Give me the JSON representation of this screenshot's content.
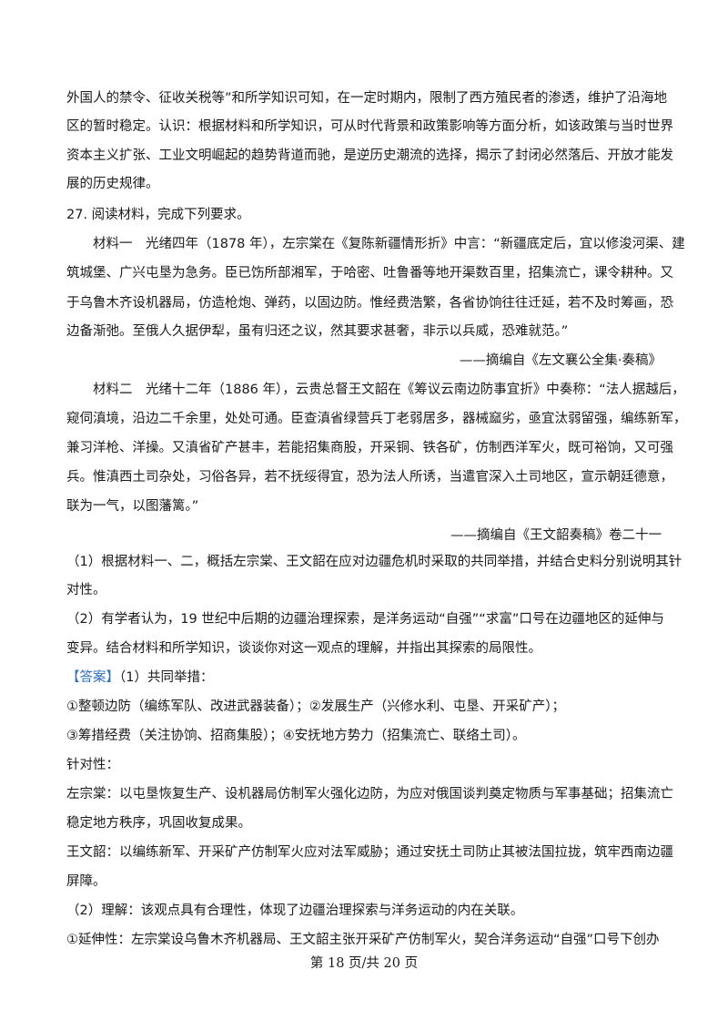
{
  "lines": [
    "外国人的禁令、征收关税等”和所学知识可知，在一定时期内，限制了西方殖民者的渗透，维护了沿海地",
    "区的暂时稳定。认识：根据材料和所学知识，可从时代背景和政策影响等方面分析，如该政策与当时世界",
    "资本主义扩张、工业文明崛起的趋势背道而驰，是逆历史潮流的选择，揭示了封闭必然落后、开放才能发",
    "展的历史规律。",
    "27. 阅读材料，完成下列要求。",
    "材料一　光绪四年（1878 年），左宗棠在《复陈新疆情形折》中言：“新疆底定后，宜以修浚河渠、建",
    "筑城堡、广兴屯垦为急务。臣已饬所部湘军，于哈密、吐鲁番等地开渠数百里，招集流亡，课令耕种。又",
    "于乌鲁木齐设机器局，仿造枪炮、弹药，以固边防。惟经费浩繁，各省协饷往往迁延，若不及时筹画，恐",
    "边备渐弛。至俄人久据伊犁，虽有归还之议，然其要求甚奢，非示以兵威，恐难就范。”",
    "——摘编自《左文襄公全集·奏稿》",
    "材料二　光绪十二年（1886 年），云贵总督王文韶在《筹议云南边防事宜折》中奏称：“法人据越后，",
    "窥伺滇境，沿边二千余里，处处可通。臣查滇省绿营兵丁老弱居多，器械窳劣，亟宜汰弱留强，编练新军，",
    "兼习洋枪、洋操。又滇省矿产甚丰，若能招集商股，开采铜、铁各矿，仿制西洋军火，既可裕饷，又可强",
    "兵。惟滇西土司杂处，习俗各异，若不抚绥得宜，恐为法人所诱，当遣官深入土司地区，宣示朝廷德意，",
    "联为一气，以图藩篱。”",
    "——摘编自《王文韶奏稿》卷二十一",
    "（1）根据材料一、二，概括左宗棠、王文韶在应对边疆危机时采取的共同举措，并结合史料分别说明其针",
    "对性。",
    "（2）有学者认为，19 世纪中后期的边疆治理探索，是洋务运动“自强”“求富”口号在边疆地区的延伸与",
    "变异。结合材料和所学知识，谈谈你对这一观点的理解，并指出其探索的局限性。",
    "①整顿边防（编练军队、改进武器装备）；②发展生产（兴修水利、屯垦、开采矿产）；",
    "③筹措经费（关注协饷、招商集股）；④安抚地方势力（招集流亡、联络土司）。",
    "针对性：",
    "左宗棠：以屯垦恢复生产、设机器局仿制军火强化边防，为应对俄国谈判奠定物质与军事基础；招集流亡",
    "稳定地方秩序，巩固收复成果。",
    "王文韶：以编练新军、开采矿产仿制军火应对法军威胁；通过安抚土司防止其被法国拉拢，筑牢西南边疆",
    "屏障。",
    "（2）理解：该观点具有合理性，体现了边疆治理探索与洋务运动的内在关联。",
    "①延伸性：左宗棠设乌鲁木齐机器局、王文韶主张开采矿产仿制军火，契合洋务运动“自强”口号下创办"
  ],
  "answer_label": "【答案】",
  "answer_rest": "（1）共同举措：",
  "footer": "第 18 页/共 20 页"
}
